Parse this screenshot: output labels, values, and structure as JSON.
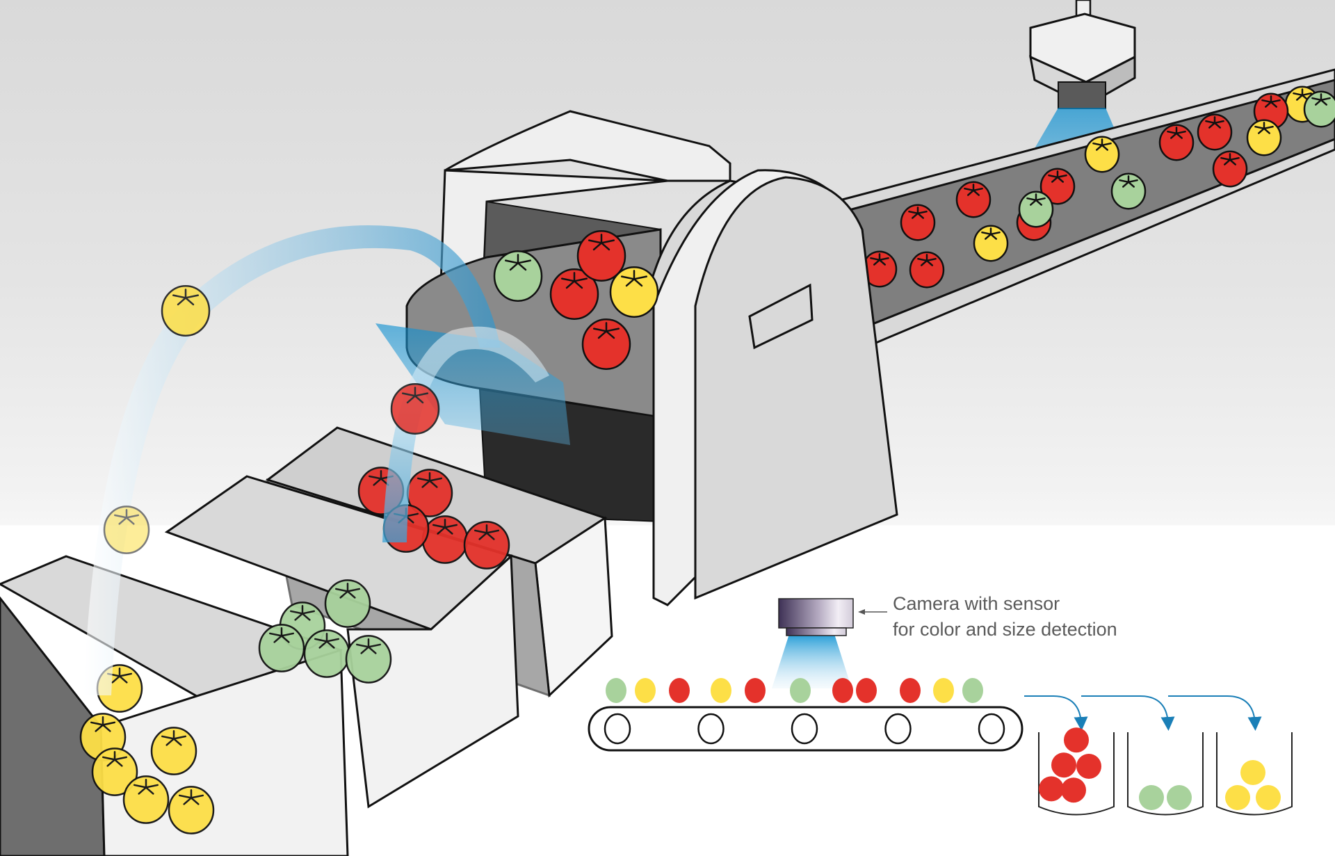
{
  "title": "Tomato sorting by color and size detection",
  "colors": {
    "red": "#e4322b",
    "yellow": "#fddf47",
    "green": "#a8d29c",
    "belt": "#7f7f7f",
    "machine_light": "#f0f0f0",
    "machine_mid": "#d9d9d9",
    "machine_dark": "#2a2a2a",
    "light_beam": "#0d8fd0",
    "arrow_blue": "#1a7fb7",
    "text_gray": "#5a5a5a"
  },
  "caption": {
    "line1": "Camera with sensor",
    "line2": "for color and size detection"
  },
  "schematic": {
    "belt_items": [
      "green",
      "yellow",
      "red",
      "yellow",
      "red",
      "green",
      "red",
      "red",
      "red",
      "yellow",
      "green"
    ],
    "roller_count": 5,
    "bins": [
      {
        "color": "red",
        "count": 5
      },
      {
        "color": "green",
        "count": 2
      },
      {
        "color": "yellow",
        "count": 3
      }
    ]
  },
  "illustration": {
    "conveyor_tomatoes_right": [
      "yellow",
      "green",
      "red",
      "red",
      "yellow",
      "red",
      "red",
      "yellow",
      "green",
      "red",
      "red",
      "green",
      "red",
      "yellow",
      "red",
      "red",
      "red"
    ],
    "machine_tomatoes": [
      "green",
      "red",
      "red",
      "yellow",
      "red"
    ],
    "crates": [
      {
        "name": "yellow-crate",
        "color": "yellow"
      },
      {
        "name": "green-crate",
        "color": "green"
      },
      {
        "name": "red-crate",
        "color": "red"
      }
    ]
  }
}
